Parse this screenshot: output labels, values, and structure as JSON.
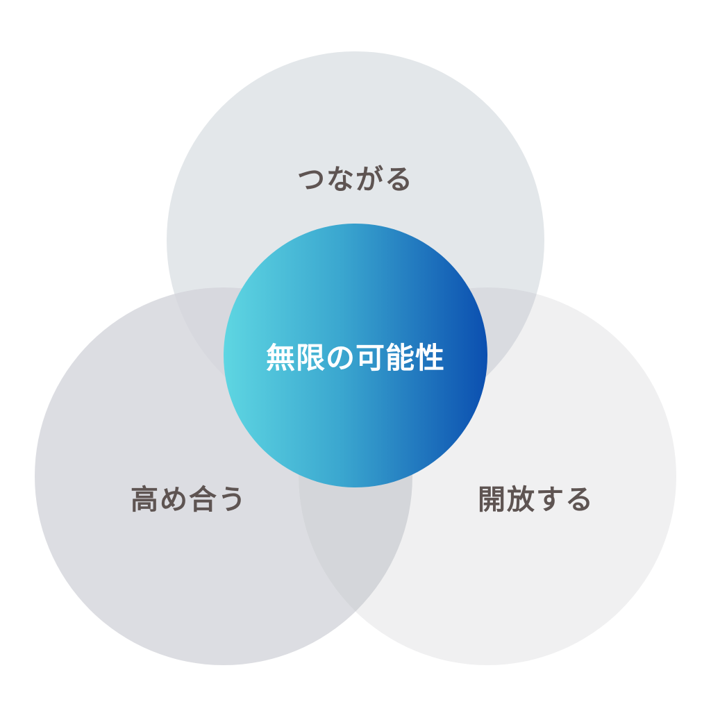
{
  "diagram": {
    "center_label": "無限の可能性",
    "circles": [
      {
        "id": "top",
        "label": "つながる"
      },
      {
        "id": "left",
        "label": "高め合う"
      },
      {
        "id": "right",
        "label": "開放する"
      }
    ]
  },
  "colors": {
    "circle_top": "#e3e7ea",
    "circle_left": "#dcdde2",
    "circle_right": "#f0f0f1",
    "overlap_top_left": "#d7d8de",
    "overlap_top_right": "#d9dbe0",
    "overlap_left_right": "#d4d6da",
    "center_gradient_start": "#5ed6e2",
    "center_gradient_end": "#0b4fb0",
    "label_text": "#5e5452",
    "center_text": "#ffffff"
  }
}
